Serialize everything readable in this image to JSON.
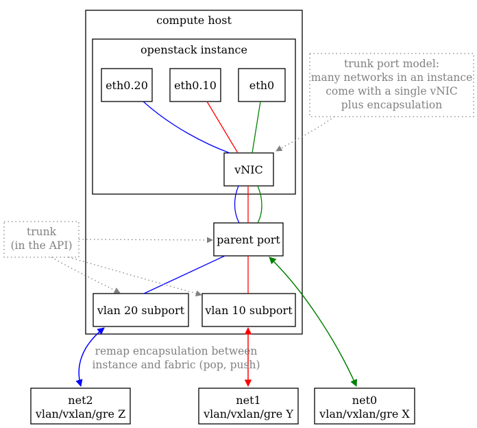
{
  "compute_host": {
    "label": "compute host"
  },
  "instance": {
    "label": "openstack instance"
  },
  "interfaces": {
    "eth0_20": "eth0.20",
    "eth0_10": "eth0.10",
    "eth0": "eth0"
  },
  "vnic": "vNIC",
  "parent_port": "parent port",
  "subports": {
    "vlan20": "vlan 20 subport",
    "vlan10": "vlan 10 subport"
  },
  "networks": {
    "net2": {
      "name": "net2",
      "detail": "vlan/vxlan/gre Z"
    },
    "net1": {
      "name": "net1",
      "detail": "vlan/vxlan/gre Y"
    },
    "net0": {
      "name": "net0",
      "detail": "vlan/vxlan/gre X"
    }
  },
  "notes": {
    "trunk_model": [
      "trunk port model:",
      "many networks in an instance",
      "come with a single vNIC",
      "plus encapsulation"
    ],
    "trunk_api": [
      "trunk",
      "(in the API)"
    ],
    "remap": [
      "remap encapsulation between",
      "instance and fabric (pop, push)"
    ]
  },
  "colors": {
    "blue": "#0000ff",
    "red": "#ff0000",
    "green": "#008000",
    "gray": "#808080"
  }
}
